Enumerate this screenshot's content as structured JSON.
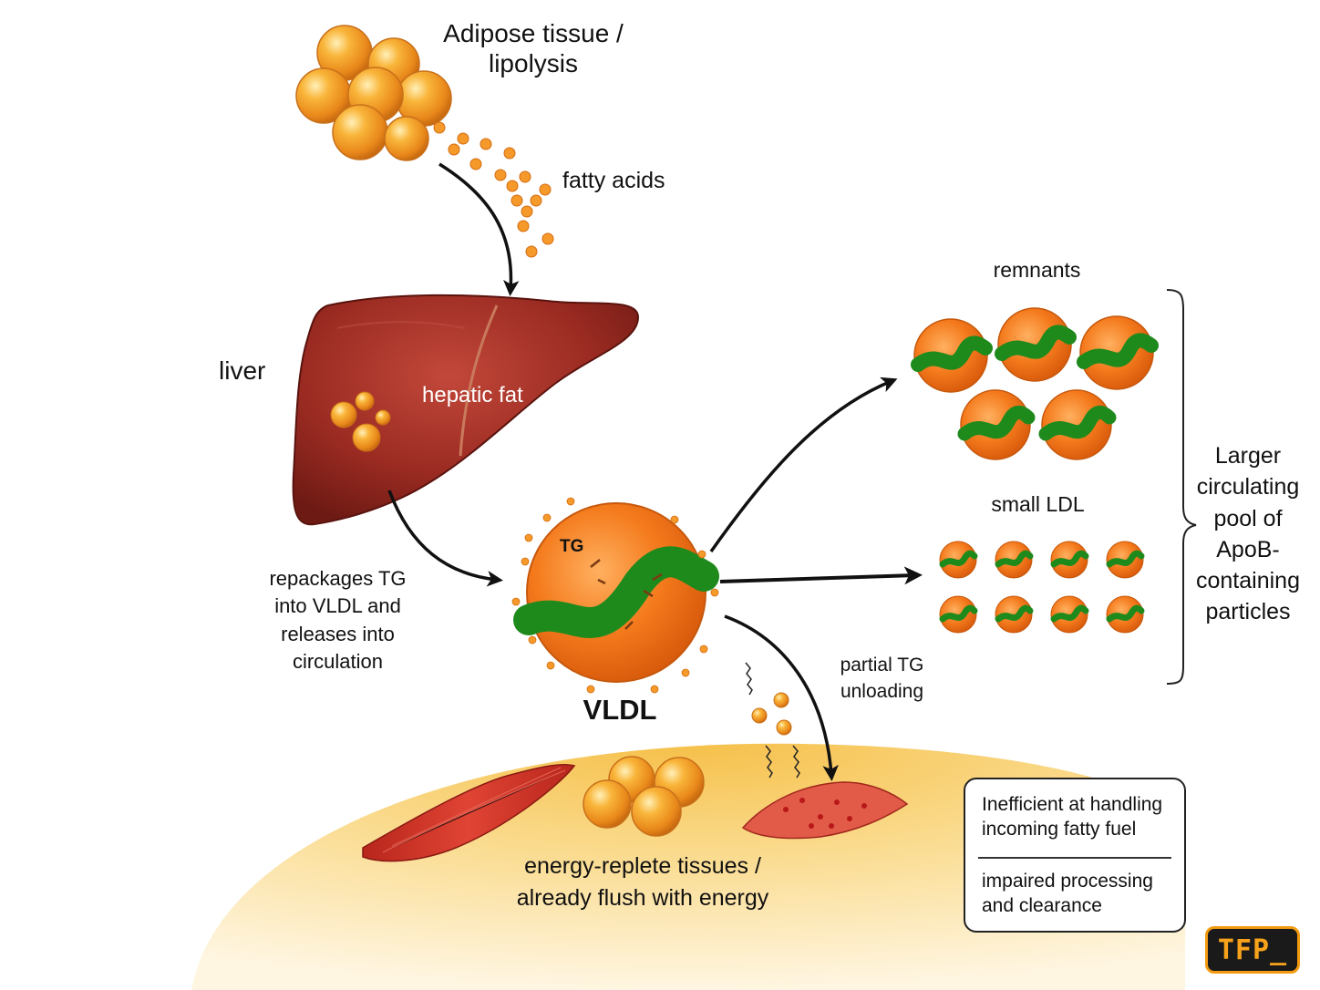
{
  "labels": {
    "adipose": "Adipose tissue / lipolysis",
    "fatty_acids": "fatty acids",
    "liver": "liver",
    "hepatic_fat": "hepatic fat",
    "repackages": "repackages TG into VLDL and releases into circulation",
    "tg": "TG",
    "vldl": "VLDL",
    "remnants": "remnants",
    "small_ldl": "small LDL",
    "pool": "Larger circulating pool of ApoB-containing particles",
    "partial": "partial TG unloading",
    "tissues": "energy-replete tissues / already flush with energy"
  },
  "note": {
    "line1": "Inefficient at handling incoming fatty fuel",
    "line2": "impaired processing and clearance"
  },
  "badge": "TFP_",
  "colors": {
    "liver": "#9b2b22",
    "particle_orange": "#f27a1a",
    "apob_green": "#1f8a1c",
    "fat_droplet": "#f6a92e",
    "muscle": "#d2382a",
    "tissue_glow": "#f6c65a",
    "badge_accent": "#f29a10"
  }
}
